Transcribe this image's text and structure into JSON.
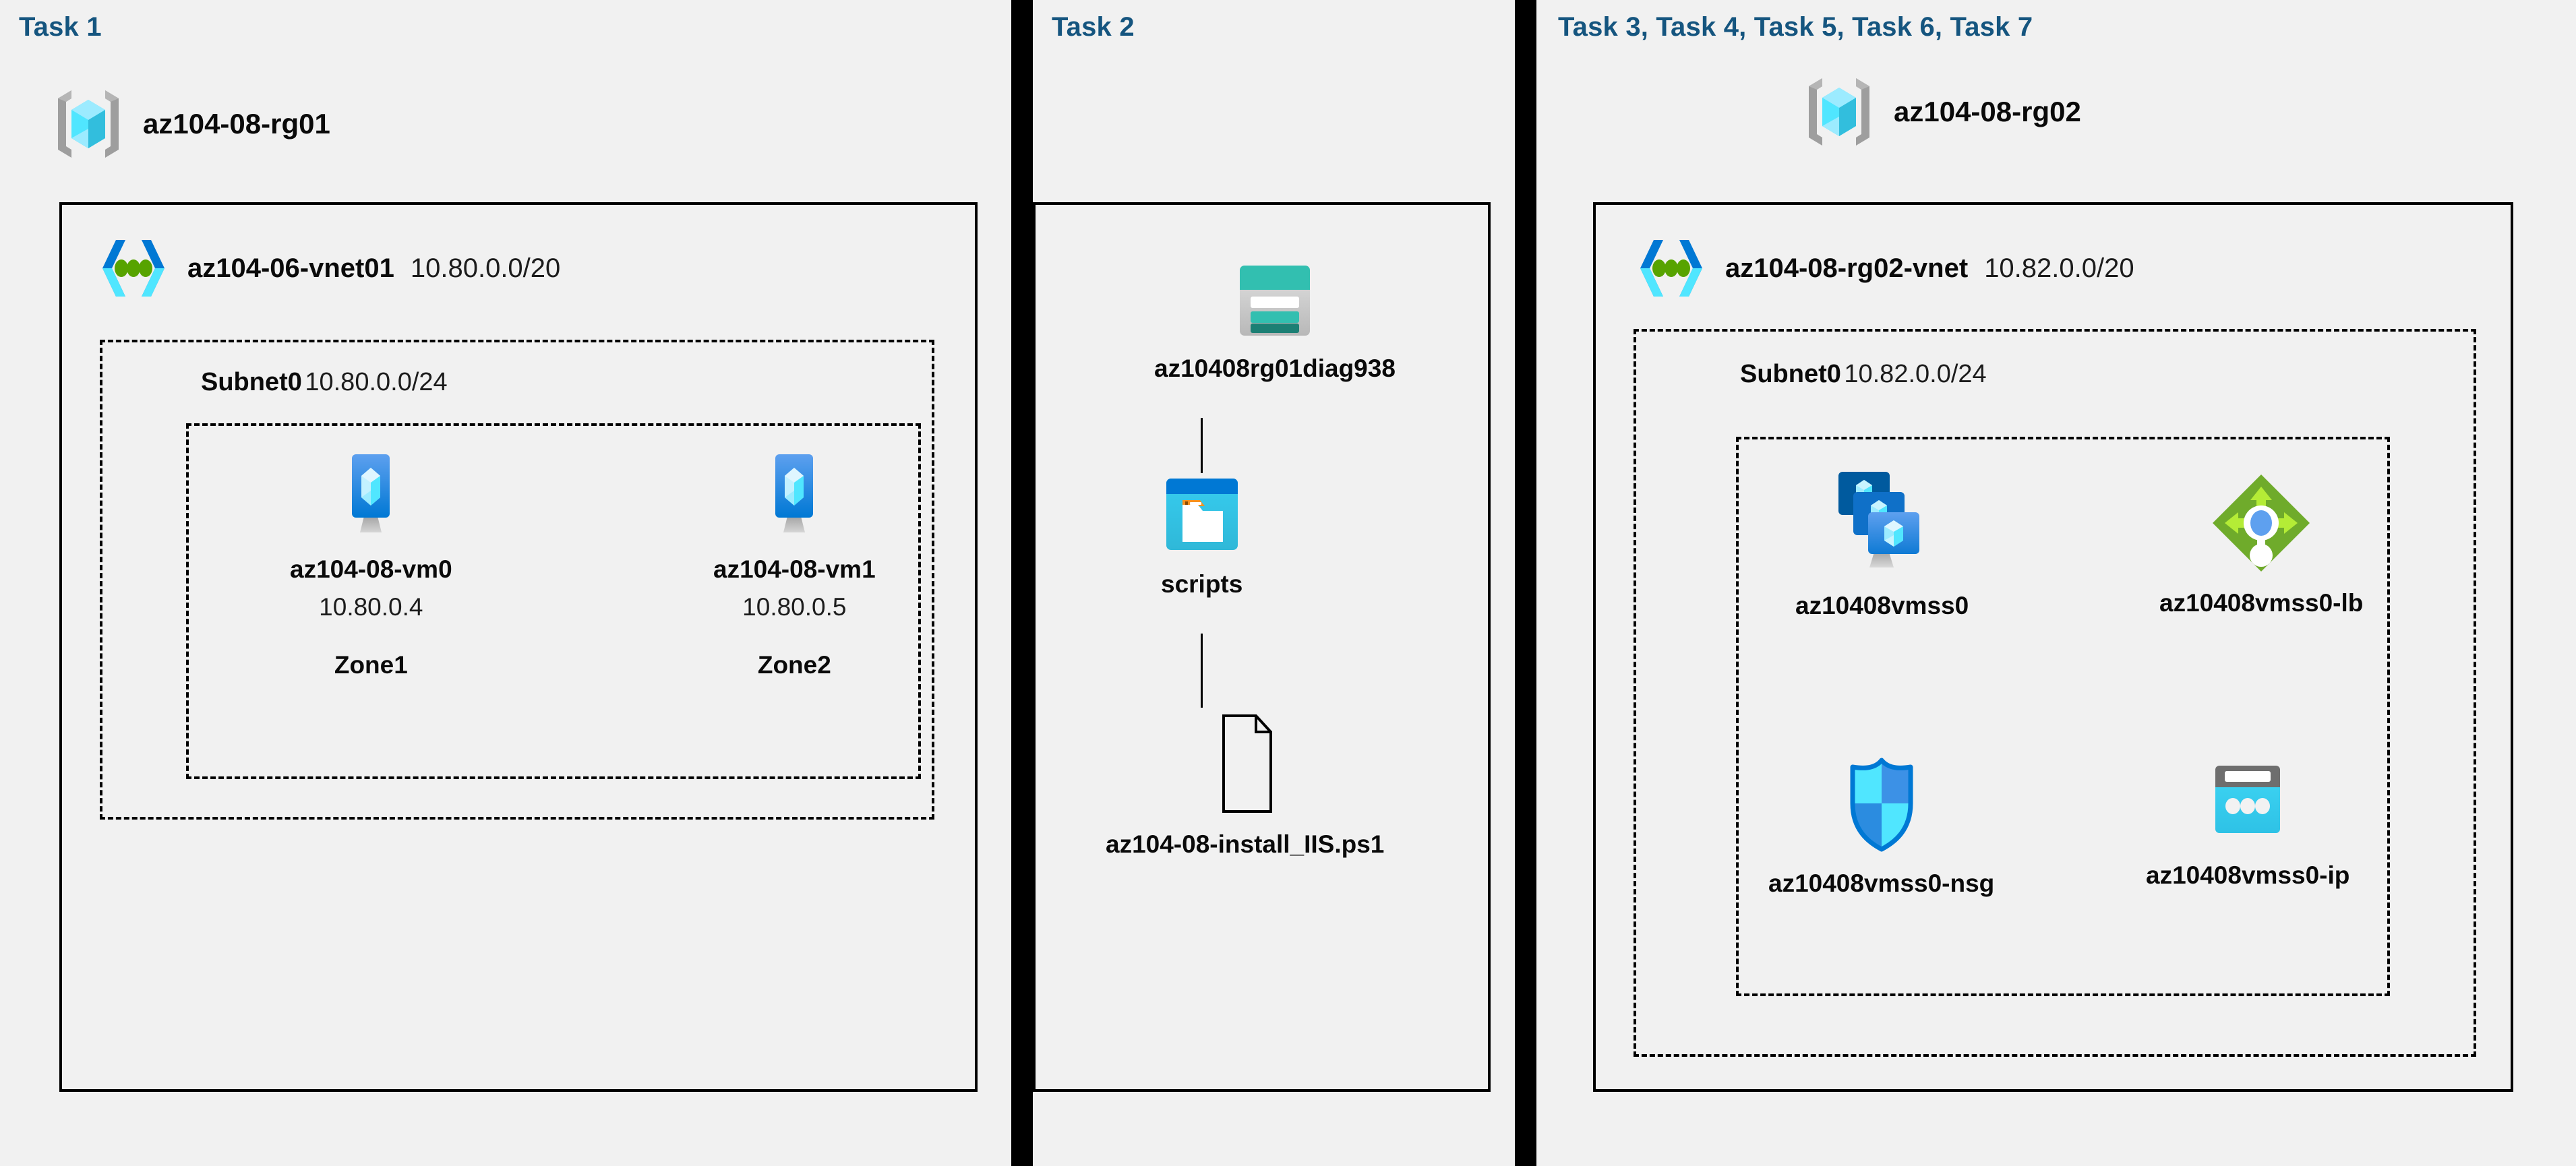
{
  "panels": {
    "task1": {
      "label": "Task 1",
      "resource_group": {
        "name": "az104-08-rg01",
        "icon": "resource-group-icon"
      },
      "vnet": {
        "name": "az104-06-vnet01",
        "cidr": "10.80.0.0/20",
        "icon": "virtual-network-icon"
      },
      "subnet": {
        "name": "Subnet0",
        "cidr": "10.80.0.0/24"
      },
      "vms": [
        {
          "name": "az104-08-vm0",
          "ip": "10.80.0.4",
          "zone": "Zone1",
          "icon": "virtual-machine-icon"
        },
        {
          "name": "az104-08-vm1",
          "ip": "10.80.0.5",
          "zone": "Zone2",
          "icon": "virtual-machine-icon"
        }
      ]
    },
    "task2": {
      "label": "Task 2",
      "items": [
        {
          "name": "az10408rg01diag938",
          "icon": "storage-account-icon"
        },
        {
          "name": "scripts",
          "icon": "blob-container-icon"
        },
        {
          "name": "az104-08-install_IIS.ps1",
          "icon": "script-file-icon"
        }
      ]
    },
    "task357": {
      "label": "Task 3, Task 4, Task 5, Task 6, Task 7",
      "resource_group": {
        "name": "az104-08-rg02",
        "icon": "resource-group-icon"
      },
      "vnet": {
        "name": "az104-08-rg02-vnet",
        "cidr": "10.82.0.0/20",
        "icon": "virtual-network-icon"
      },
      "subnet": {
        "name": "Subnet0",
        "cidr": "10.82.0.0/24"
      },
      "resources": [
        {
          "name": "az10408vmss0",
          "icon": "vm-scale-set-icon"
        },
        {
          "name": "az10408vmss0-lb",
          "icon": "load-balancer-icon"
        },
        {
          "name": "az10408vmss0-nsg",
          "icon": "network-security-group-icon"
        },
        {
          "name": "az10408vmss0-ip",
          "icon": "public-ip-address-icon"
        }
      ]
    }
  },
  "colors": {
    "task_label": "#15557f",
    "background": "#f1f1f1",
    "border": "#000000",
    "azure_blue": "#0078d4",
    "azure_cyan": "#50e6ff",
    "storage_teal": "#32bfb0",
    "lb_green": "#7ab641",
    "nsg_blue": "#32b8f0"
  }
}
